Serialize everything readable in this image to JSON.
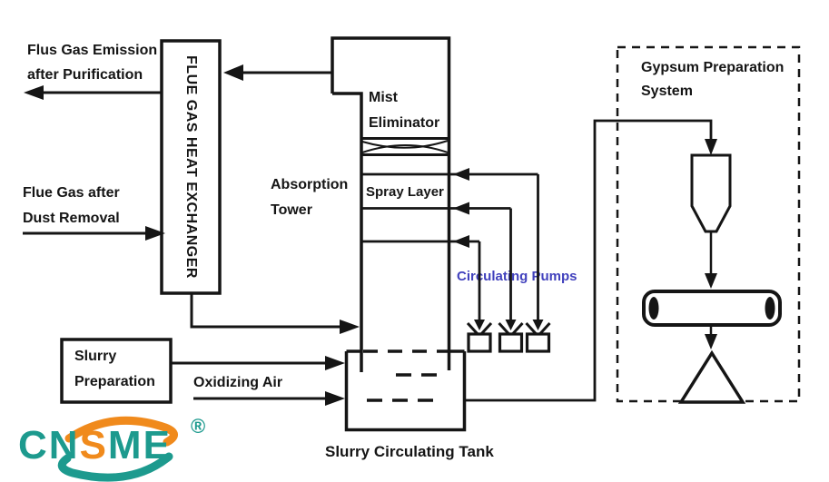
{
  "labels": {
    "emission_line1": "Flus Gas Emission",
    "emission_line2": "after Purification",
    "heat_exchanger": "FLUE GAS HEAT EXCHANGER",
    "flue_gas_line1": "Flue Gas after",
    "flue_gas_line2": "Dust Removal",
    "absorption_line1": "Absorption",
    "absorption_line2": "Tower",
    "mist_line1": "Mist",
    "mist_line2": "Eliminator",
    "spray_layer": "Spray Layer",
    "circulating_pumps": "Circulating Pumps",
    "gypsum_line1": "Gypsum Preparation",
    "gypsum_line2": "System",
    "slurry_prep_line1": "Slurry",
    "slurry_prep_line2": "Preparation",
    "oxidizing_air": "Oxidizing Air",
    "slurry_tank": "Slurry Circulating Tank"
  },
  "logo": {
    "cn": "CN",
    "s": "S",
    "me": "ME",
    "registered": "®"
  },
  "colors": {
    "line": "#151515",
    "pumps_label": "#4141bd",
    "logo_teal": "#1d9a8e",
    "logo_orange": "#f08a1c"
  }
}
